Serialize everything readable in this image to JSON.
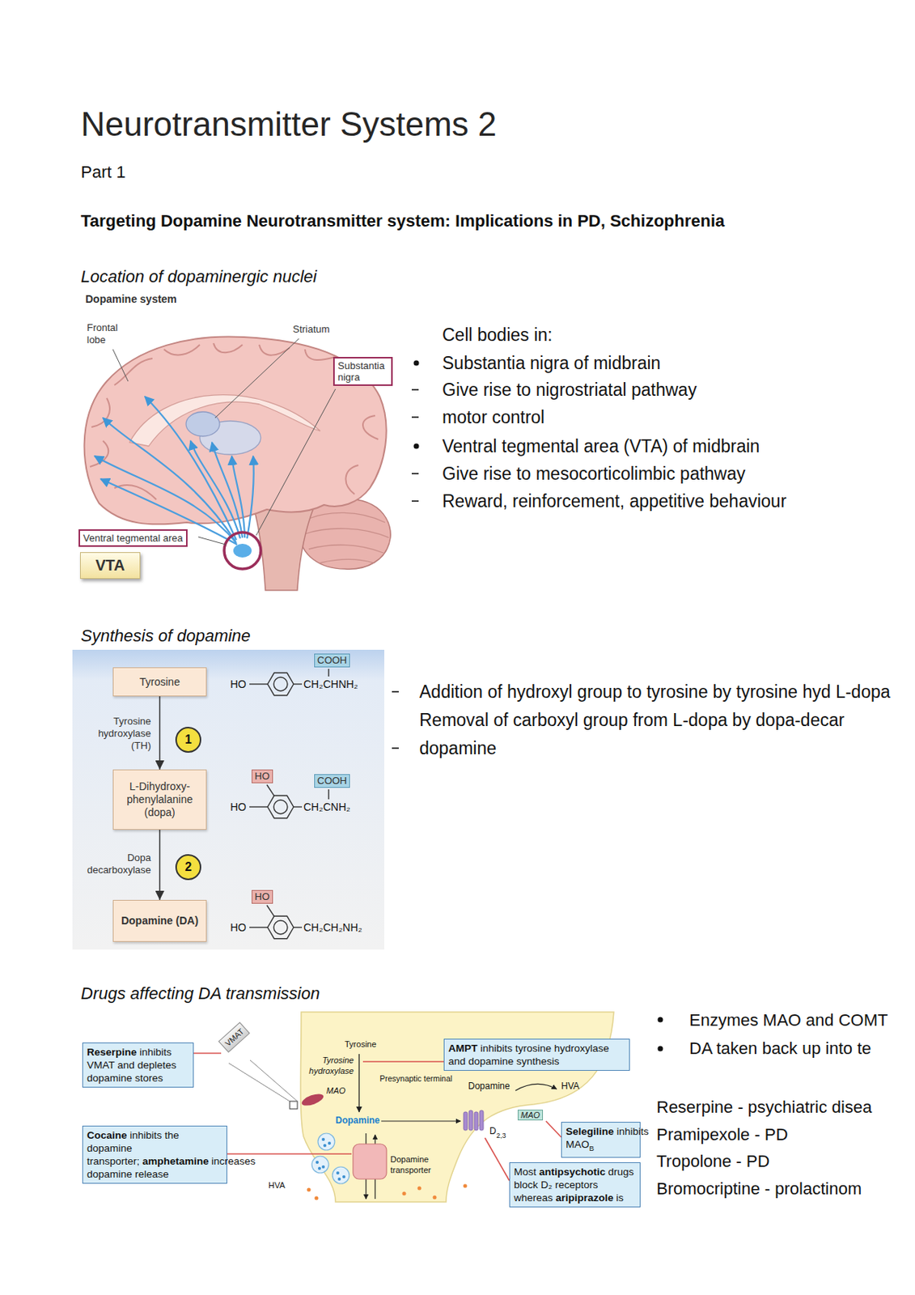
{
  "diagram": {
    "title": "Neurotransmitter Systems 2",
    "nodes": [
      {
        "text": [
          "Substantia nigra"
        ]
      },
      {
        "text": [
          "Ventral tegmental area"
        ]
      },
      {
        "text": [
          "VTA"
        ]
      },
      {
        "text": [
          "COOH"
        ]
      },
      {
        "text": [
          "Tyrosine"
        ]
      },
      {
        "text": [
          "1"
        ]
      },
      {
        "text": [
          "HO"
        ]
      },
      {
        "text": [
          "COOH"
        ]
      },
      {
        "text": [
          "L-Dihydroxy-phenylalanine (dopa)"
        ]
      },
      {
        "text": [
          "2"
        ]
      },
      {
        "text": [
          "HO"
        ]
      },
      {
        "text": [
          "Dopamine (DA)"
        ]
      },
      {
        "text": [
          "Reserpine",
          "inhibits VMAT and depletes dopamine stores"
        ]
      },
      {
        "text": [
          "AMPT",
          "inhibits tyrosine hydroxylase and dopamine synthesis"
        ]
      },
      {
        "text": [
          "VMAT"
        ]
      },
      {
        "text": [
          "MAO"
        ]
      },
      {
        "text": [
          "Selegiline",
          "inhibits MAO",
          "B"
        ]
      },
      {
        "text": [
          "Cocaine",
          "inhibits the dopamine transporter;",
          "amphetamine",
          "increases dopamine release"
        ]
      },
      {
        "text": [
          "Most",
          "antipsychotic",
          "drugs block D₂ receptors whereas",
          "aripiprazole",
          "is"
        ]
      }
    ],
    "edges": [
      {
        "from": 4,
        "to": 8,
        "arrow": "to"
      },
      {
        "from": 8,
        "to": 11,
        "arrow": "to"
      }
    ],
    "labels": [
      "Part 1",
      "Targeting Dopamine Neurotransmitter system: Implications in PD, Schizophrenia",
      "Location of dopaminergic nuclei",
      "Dopamine system",
      "Frontal lobe",
      "Striatum",
      "Cell bodies in:",
      "Substantia nigra of midbrain",
      "Give rise to nigrostriatal pathway",
      "motor control",
      "Ventral tegmental area (VTA) of midbrain",
      "Give rise to mesocorticolimbic pathway",
      "Reward, reinforcement, appetitive behaviour",
      "Synthesis of dopamine",
      "HO",
      "CH₂CHNH₂",
      "Tyrosine hydroxylase (TH)",
      "HO",
      "CH₂CNH₂",
      "Dopa decarboxylase",
      "HO",
      "CH₂CH₂NH₂",
      "Addition of hydroxyl group to tyrosine by tyrosine hyd L-dopa",
      "Removal of carboxyl group from L-dopa by dopa-decar dopamine",
      "Drugs affecting DA transmission",
      "Tyrosine",
      "Tyrosine hydroxylase",
      "MAO",
      "Presynaptic terminal",
      "Dopamine",
      "HVA",
      "Dopamine",
      "D",
      "2,3",
      "Dopamine transporter",
      "HVA",
      "Enzymes MAO and COMT",
      "DA taken back up into te",
      "Reserpine - psychiatric disea",
      "Pramipexole - PD",
      "Tropolone - PD",
      "Bromocriptine - prolactinom"
    ]
  }
}
